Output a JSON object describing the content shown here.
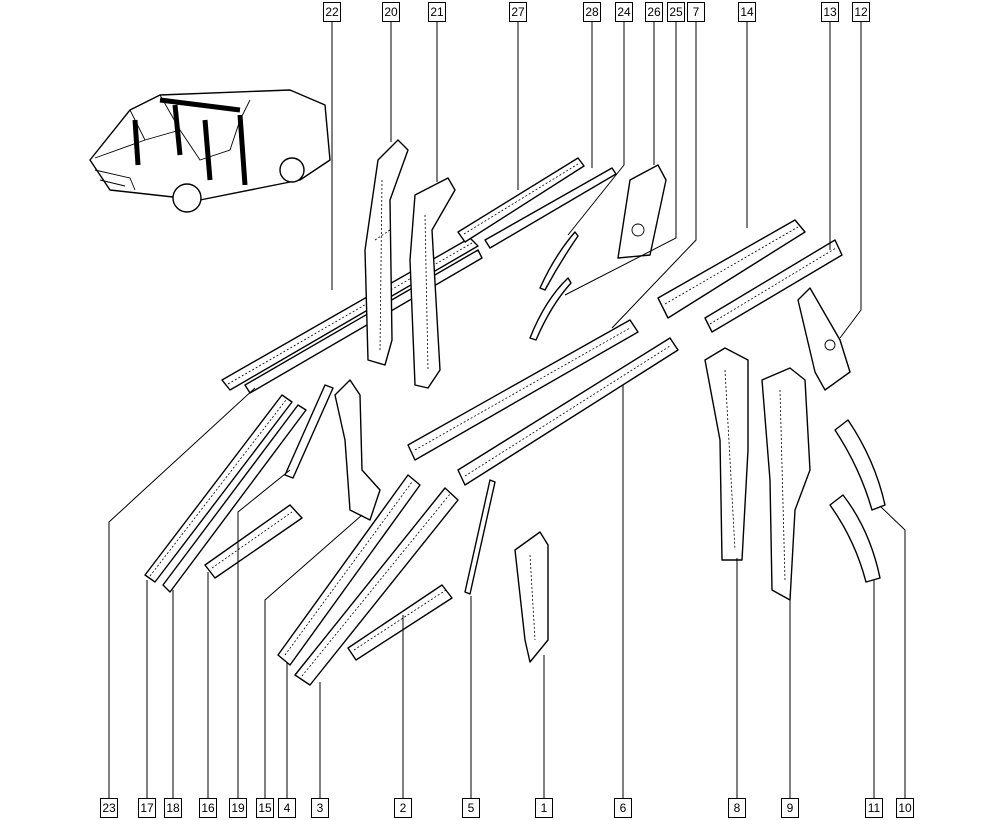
{
  "callouts_top": [
    {
      "label": "22"
    },
    {
      "label": "20"
    },
    {
      "label": "21"
    },
    {
      "label": "27"
    },
    {
      "label": "28"
    },
    {
      "label": "24"
    },
    {
      "label": "26"
    },
    {
      "label": "25"
    },
    {
      "label": "7"
    },
    {
      "label": "14"
    },
    {
      "label": "13"
    },
    {
      "label": "12"
    }
  ],
  "callouts_bottom": [
    {
      "label": "23"
    },
    {
      "label": "17"
    },
    {
      "label": "18"
    },
    {
      "label": "16"
    },
    {
      "label": "19"
    },
    {
      "label": "15"
    },
    {
      "label": "4"
    },
    {
      "label": "3"
    },
    {
      "label": "2"
    },
    {
      "label": "5"
    },
    {
      "label": "1"
    },
    {
      "label": "6"
    },
    {
      "label": "8"
    },
    {
      "label": "9"
    },
    {
      "label": "11"
    },
    {
      "label": "10"
    }
  ]
}
